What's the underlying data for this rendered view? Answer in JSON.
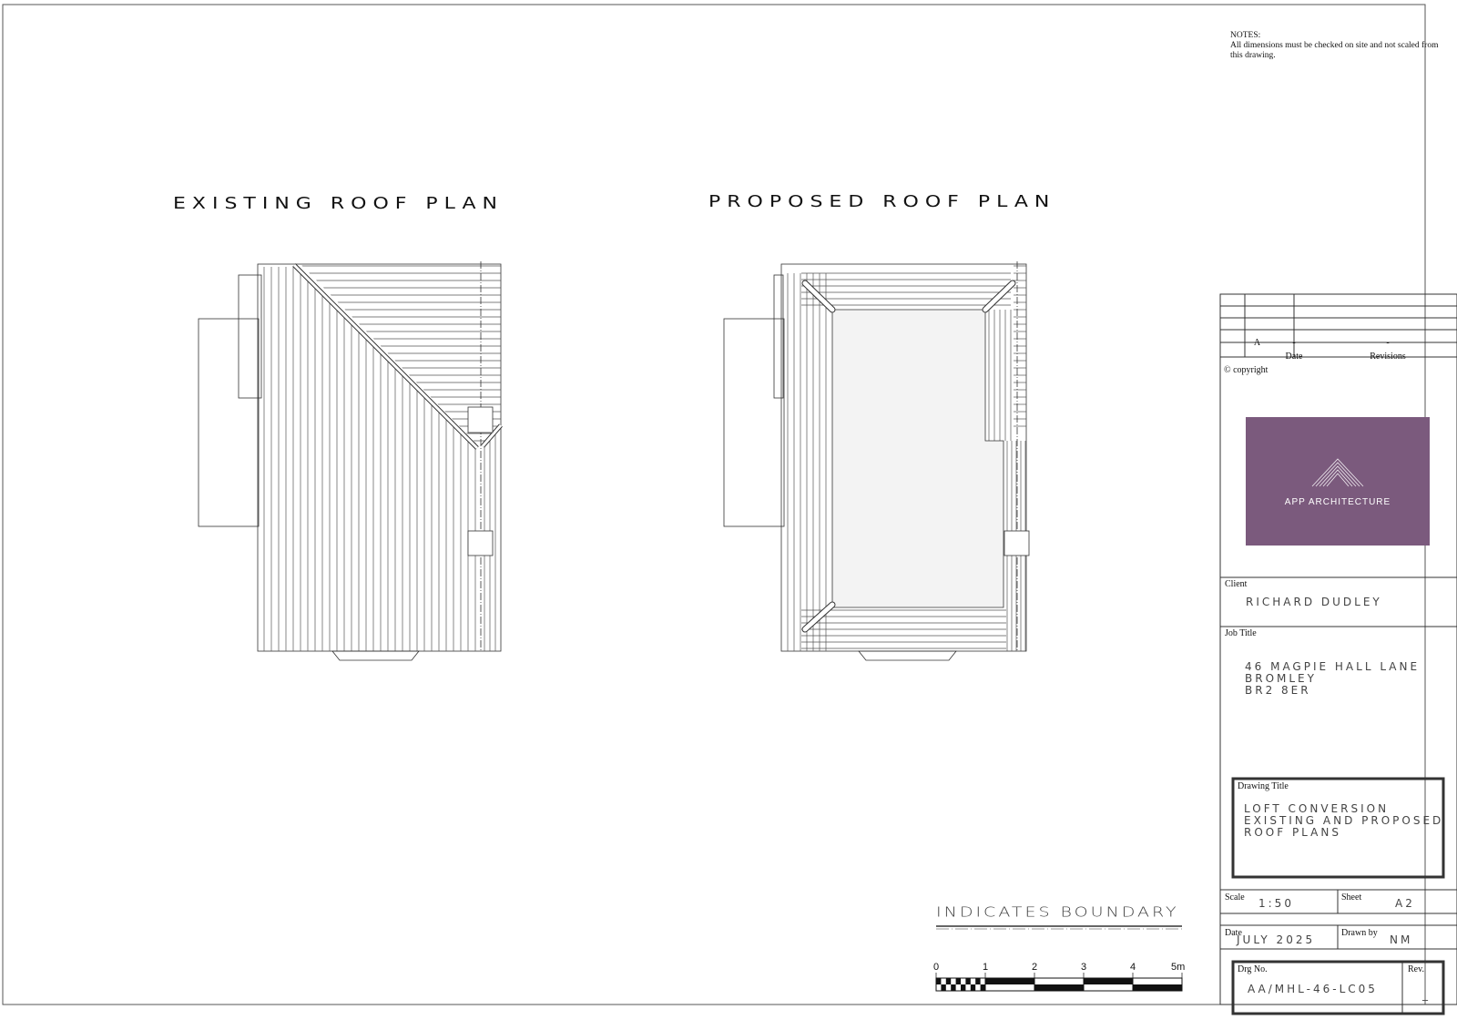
{
  "notes": {
    "heading": "NOTES:",
    "text": "All dimensions must be checked on site and not scaled from this drawing."
  },
  "plans": {
    "existing_title": "EXISTING ROOF PLAN",
    "proposed_title": "PROPOSED ROOF PLAN"
  },
  "legend": {
    "boundary_label": "INDICATES BOUNDARY"
  },
  "scale_bar": {
    "ticks": [
      "0",
      "1",
      "2",
      "3",
      "4",
      "5m"
    ]
  },
  "title_block": {
    "revisions": {
      "rev": "A",
      "date": "-",
      "description": "-",
      "date_header": "Date",
      "revisions_header": "Revisions"
    },
    "copyright": "© copyright",
    "logo_text": "APP ARCHITECTURE",
    "logo_color": "#7b5a7d",
    "client_label": "Client",
    "client": "RICHARD DUDLEY",
    "job_title_label": "Job Title",
    "job_title_lines": [
      "46 MAGPIE HALL LANE",
      "BROMLEY",
      "BR2 8ER"
    ],
    "drawing_title_label": "Drawing Title",
    "drawing_title_lines": [
      "LOFT CONVERSION",
      "EXISTING AND PROPOSED",
      "ROOF PLANS"
    ],
    "scale_label": "Scale",
    "scale": "1:50",
    "sheet_label": "Sheet",
    "sheet": "A2",
    "date_label": "Date",
    "date": "JULY 2025",
    "drawn_by_label": "Drawn by",
    "drawn_by": "NM",
    "drg_no_label": "Drg No.",
    "drg_no": "AA/MHL-46-LC05",
    "rev_label": "Rev.",
    "rev": "_"
  }
}
